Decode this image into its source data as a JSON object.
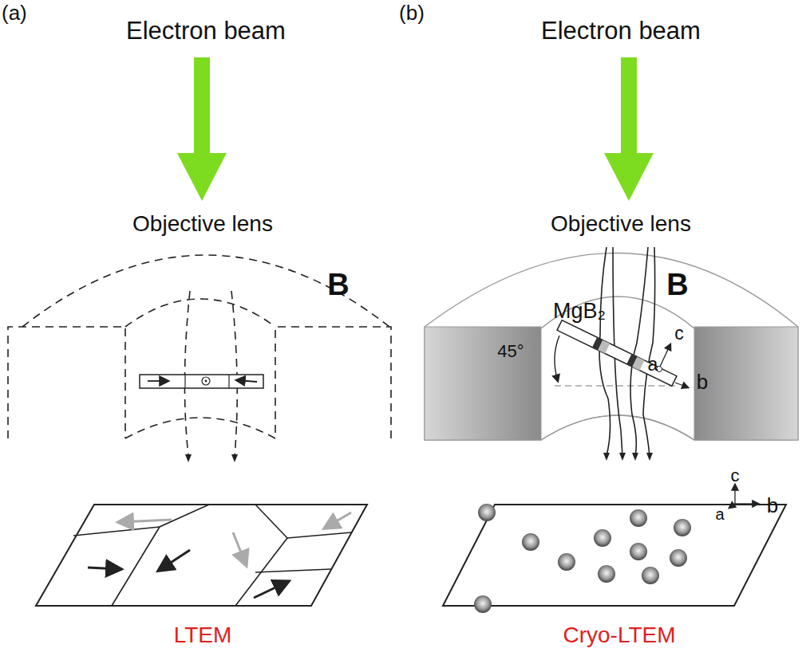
{
  "diagram": {
    "labels": [
      "(a)",
      "Electron beam",
      "(b)",
      "Electron beam",
      "Objective lens",
      "Objective lens",
      "B",
      "B",
      "MgB₂",
      "45°",
      "a",
      "c",
      "b",
      "c",
      "b",
      "a",
      "LTEM",
      "Cryo-LTEM"
    ]
  }
}
